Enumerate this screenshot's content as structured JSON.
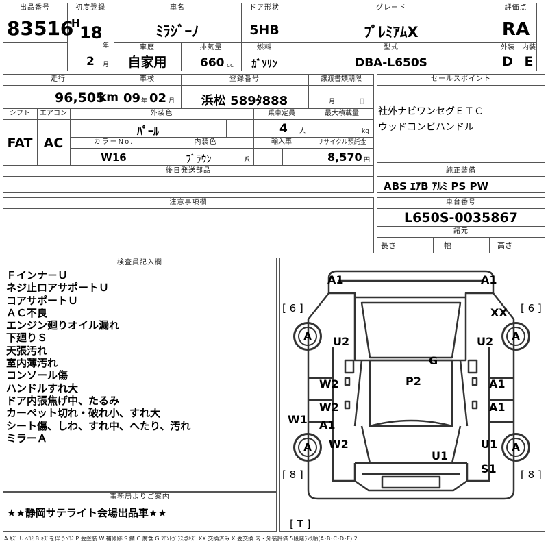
{
  "header": {
    "lot_label": "出品番号",
    "lot_number": "83516",
    "reg_label": "初度登録",
    "era_letter": "H",
    "reg_year": "18",
    "year_unit": "年",
    "reg_month": "2",
    "month_unit": "月",
    "name_label": "車名",
    "car_name": "ﾐﾗｼﾞｰﾉ",
    "door_label": "ドア形状",
    "door_type": "5HB",
    "grade_label": "グレード",
    "grade": "ﾌﾟﾚﾐｱﾑX",
    "rating_label": "評価点",
    "rating": "RA",
    "history_label": "車歴",
    "history": "自家用",
    "displacement_label": "排気量",
    "displacement": "660",
    "displacement_unit": "cc",
    "fuel_label": "燃料",
    "fuel": "ｶﾞｿﾘﾝ",
    "model_label": "型式",
    "model_code": "DBA-L650S",
    "exterior_label": "外装",
    "exterior_grade": "D",
    "interior_label": "内装",
    "interior_grade": "E"
  },
  "row2": {
    "mileage_label": "走行",
    "mileage": "96,505",
    "mileage_unit": "km",
    "inspection_label": "車検",
    "inspection_year": "09",
    "inspection_year_unit": "年",
    "inspection_month": "02",
    "inspection_month_unit": "月",
    "plate_label": "登録番号",
    "plate": "浜松 589ﾀ888",
    "transfer_label": "譲渡書類期限",
    "transfer_month_unit": "月",
    "transfer_day_unit": "日",
    "sales_label": "セールスポイント",
    "sales_lines": [
      "社外ナビワンセグＥＴＣ",
      "ウッドコンビハンドル"
    ]
  },
  "row3": {
    "shift_label": "シフト",
    "shift": "FAT",
    "ac_label": "エアコン",
    "ac": "AC",
    "ext_color_label": "外装色",
    "ext_color": "ﾊﾟｰﾙ",
    "capacity_label": "乗車定員",
    "capacity": "4",
    "capacity_unit": "人",
    "load_label": "最大積載量",
    "load_unit": "kg",
    "color_no_label": "カラーNo.",
    "color_no": "W16",
    "int_color_label": "内装色",
    "int_color": "ﾌﾞﾗｳﾝ",
    "int_color_unit": "系",
    "import_label": "輸入車",
    "recycle_label": "リサイクル預託金",
    "recycle": "8,570",
    "recycle_unit": "円"
  },
  "later_parts_label": "後日発送部品",
  "equipment_label": "純正装備",
  "equipment": "ABS ｴｱB ｱﾙﾐ PS PW",
  "notes_label": "注意事項欄",
  "chassis_label": "車台番号",
  "chassis": "L650S-0035867",
  "dims_label": "諸元",
  "length_label": "長さ",
  "width_label": "幅",
  "height_label": "高さ",
  "inspector_label": "検査員記入欄",
  "inspector_lines": [
    "Ｆインナ－Ｕ",
    "ネジ止ロアサポートＵ",
    "コアサポートＵ",
    "ＡＣ不良",
    "エンジン廻りオイル漏れ",
    "下廻りＳ",
    "天張汚れ",
    "室内薄汚れ",
    "コンソール傷",
    "ハンドルすれ大",
    "ドア内張焦げ中、たるみ",
    "カーペット切れ・破れ小、すれ大",
    "シート傷、しわ、すれ中、へたり、汚れ",
    "ミラーＡ"
  ],
  "office_label": "事務局よりご案内",
  "office_note": "★★静岡サテライト会場出品車★★",
  "diagram": {
    "marks": {
      "front_left": "A1",
      "front_right": "A1",
      "xx": "XX",
      "u2_left": "U2",
      "u2_right": "U2",
      "g": "G",
      "p2": "P2",
      "w2_a": "W2",
      "w2_b": "W2",
      "w2_c": "W2",
      "a1_rdoor1": "A1",
      "a1_rdoor2": "A1",
      "w1": "W1",
      "a1_lrear": "A1",
      "u1_rear": "U1",
      "u1_right": "U1",
      "s1": "S1"
    },
    "tire_marks": [
      "A",
      "A",
      "A",
      "A"
    ],
    "bracket_fl": "[ 6 ]",
    "bracket_fr": "[ 6 ]",
    "bracket_rl": "[ 8 ]",
    "bracket_rr": "[ 8 ]",
    "bracket_spare": "[ T ]"
  },
  "legend": "A:ｷｽﾞ U:ﾍｺﾐ B:ｷｽﾞを伴うﾍｺﾐ P:要塗装 W:補修跡 S:錆 C:腐食 G:ﾌﾛﾝﾄｶﾞﾗｽ点ｷｽﾞ XX:交換済み X:要交換 内・外装評価 5段階ﾗﾝｸ順(A･B･C･D･E) 2"
}
